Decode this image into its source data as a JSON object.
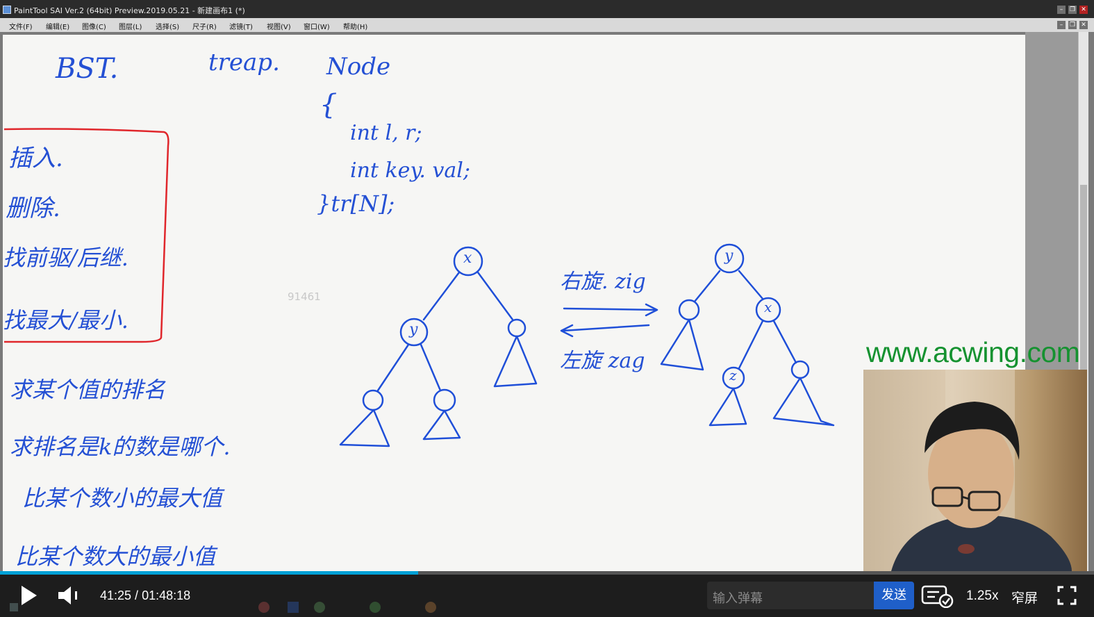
{
  "window": {
    "title": "PaintTool SAI Ver.2 (64bit) Preview.2019.05.21 - 新建画布1 (*)",
    "menu": [
      "文件(F)",
      "编辑(E)",
      "图像(C)",
      "图层(L)",
      "选择(S)",
      "尺子(R)",
      "滤镜(T)",
      "视图(V)",
      "窗口(W)",
      "帮助(H)"
    ]
  },
  "canvas": {
    "watermark_number": "91461",
    "site_watermark": "www.acwing.com",
    "notes": {
      "bst": "BST.",
      "treap": "treap.",
      "node": "Node",
      "brace_open": "{",
      "code_line1": "int l, r;",
      "code_line2": "int key. val;",
      "code_close": "}tr[N];",
      "op_insert": "插入.",
      "op_delete": "删除.",
      "op_pred_succ": "找前驱/后继.",
      "op_max_min": "找最大/最小.",
      "q_rank": "求某个值的排名",
      "q_kth": "求排名是k的数是哪个.",
      "q_lower": "比某个数小的最大值",
      "q_upper": "比某个数大的最小值",
      "right_rotate": "右旋. zig",
      "left_rotate": "左旋 zag",
      "node_x": "x",
      "node_y": "y",
      "node_z": "z"
    }
  },
  "player": {
    "current_time": "41:25",
    "duration": "01:48:18",
    "time_separator": " / ",
    "progress_fraction": 0.382,
    "danmaku_placeholder": "输入弹幕",
    "send_label": "发送",
    "speed_label": "1.25x",
    "narrow_label": "窄屏",
    "accent_color": "#00a1d6"
  }
}
